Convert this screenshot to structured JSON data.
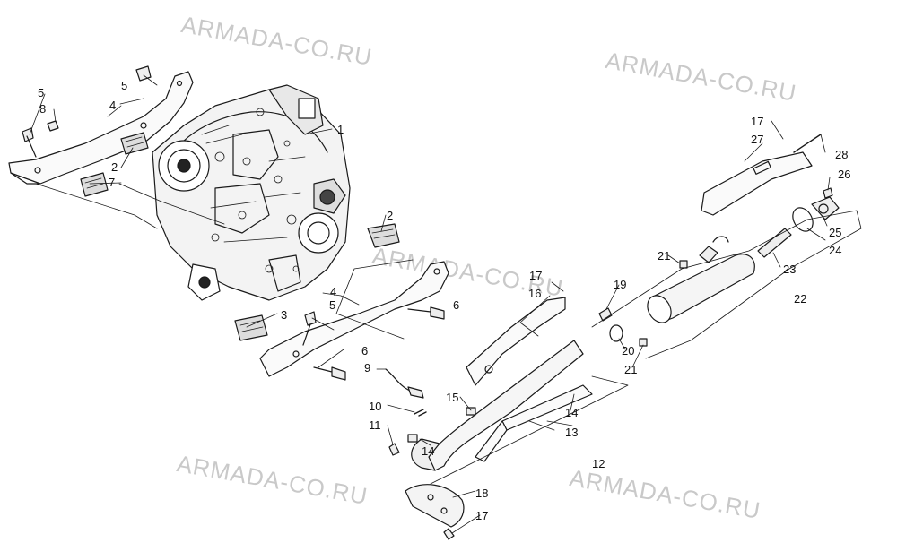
{
  "watermark": "ARMADA-CO.RU",
  "callouts": {
    "c1": "1",
    "c2a": "2",
    "c2b": "2",
    "c3": "3",
    "c4a": "4",
    "c4b": "4",
    "c5a": "5",
    "c5b": "5",
    "c5c": "5",
    "c6a": "6",
    "c6b": "6",
    "c7": "7",
    "c8": "8",
    "c9": "9",
    "c10": "10",
    "c11": "11",
    "c12": "12",
    "c13": "13",
    "c14a": "14",
    "c14b": "14",
    "c15": "15",
    "c16": "16",
    "c17a": "17",
    "c17b": "17",
    "c17c": "17",
    "c18": "18",
    "c19": "19",
    "c20": "20",
    "c21a": "21",
    "c21b": "21",
    "c22": "22",
    "c23": "23",
    "c24": "24",
    "c25": "25",
    "c26": "26",
    "c27": "27",
    "c28": "28"
  }
}
